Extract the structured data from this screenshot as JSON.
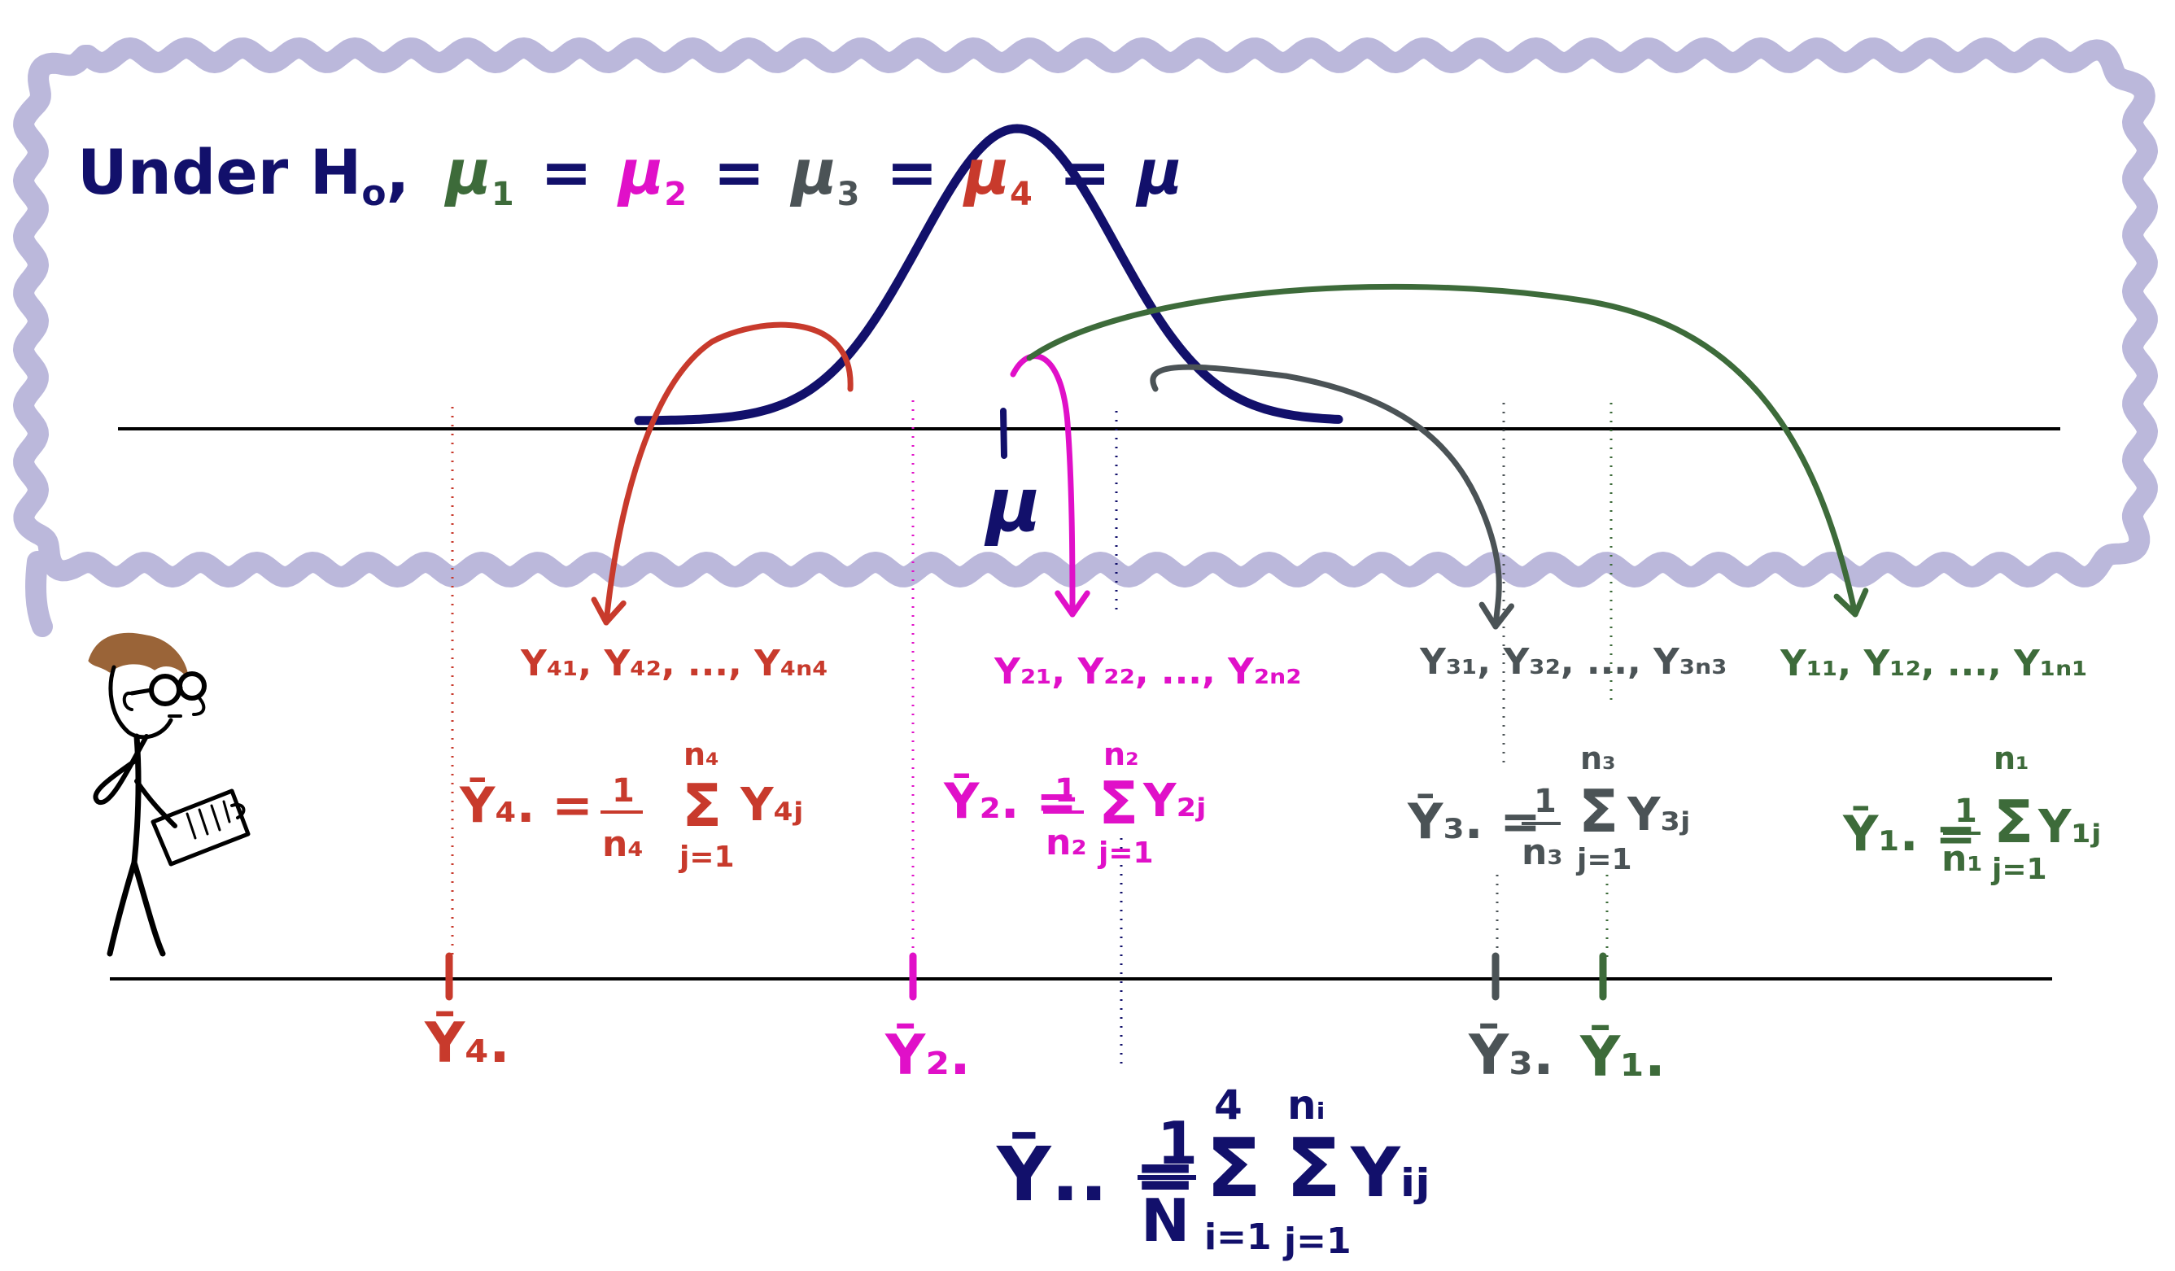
{
  "colors": {
    "navy": "#12106b",
    "green": "#3d6b3a",
    "magenta": "#e010c8",
    "gray": "#4b5356",
    "red": "#c83a2c",
    "frame": "#bbb8db",
    "line": "#000000",
    "hair": "#9a6438"
  },
  "header": {
    "under": "Under H",
    "h_sub": "o",
    "comma": ",",
    "mu": "μ",
    "sub1": "1",
    "sub2": "2",
    "sub3": "3",
    "sub4": "4",
    "eq": "="
  },
  "mu_label": "μ",
  "groups": {
    "g4": {
      "samples": "Y₄₁, Y₄₂, ..., Y₄ₙ₄",
      "mean_lhs": "Ȳ₄. =",
      "frac_num": "1",
      "frac_den": "n₄",
      "sum_top": "n₄",
      "sum_sym": "Σ",
      "sum_bottom": "j=1",
      "term": "Y₄ⱼ",
      "axis_label": "Ȳ₄."
    },
    "g2": {
      "samples": "Y₂₁, Y₂₂, ..., Y₂ₙ₂",
      "mean_lhs": "Ȳ₂. =",
      "frac_num": "1",
      "frac_den": "n₂",
      "sum_top": "n₂",
      "sum_sym": "Σ",
      "sum_bottom": "j=1",
      "term": "Y₂ⱼ",
      "axis_label": "Ȳ₂."
    },
    "g3": {
      "samples": "Y₃₁, Y₃₂, ..., Y₃ₙ₃",
      "mean_lhs": "Ȳ₃. =",
      "frac_num": "1",
      "frac_den": "n₃",
      "sum_top": "n₃",
      "sum_sym": "Σ",
      "sum_bottom": "j=1",
      "term": "Y₃ⱼ",
      "axis_label": "Ȳ₃."
    },
    "g1": {
      "samples": "Y₁₁, Y₁₂, ..., Y₁ₙ₁",
      "mean_lhs": "Ȳ₁. =",
      "frac_num": "1",
      "frac_den": "n₁",
      "sum_top": "n₁",
      "sum_sym": "Σ",
      "sum_bottom": "j=1",
      "term": "Y₁ⱼ",
      "axis_label": "Ȳ₁."
    }
  },
  "grand_mean": {
    "lhs": "Ȳ.. =",
    "frac_num": "1",
    "frac_den": "N",
    "outer_top": "4",
    "outer_bottom": "i=1",
    "inner_top": "nᵢ",
    "inner_bottom": "j=1",
    "sum_sym": "Σ",
    "term": "Yᵢⱼ"
  }
}
